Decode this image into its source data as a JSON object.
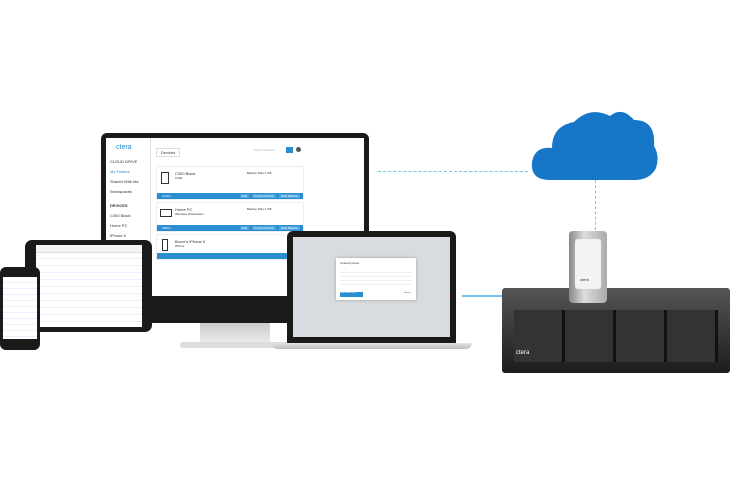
{
  "monitor": {
    "logo": "ctera",
    "tab": "Devices",
    "search_placeholder": "Search devices",
    "sidebar": [
      "CLOUD DRIVE",
      "My Folders",
      "Shared With Me",
      "Workspaces"
    ],
    "devices_header": "DEVICES",
    "device_links": [
      "C300 Black",
      "Home PC",
      "iPhone 6"
    ],
    "cards": [
      {
        "name": "C300 Black",
        "sub": "C300",
        "status": "Online",
        "info": "Backup Plan 2 GB",
        "actions": [
          "Edit",
          "Access Device",
          "View Backup"
        ]
      },
      {
        "name": "Home PC",
        "sub": "Windows Workstation",
        "status": "Offline",
        "info": "Backup Plan 2 GB",
        "actions": [
          "Edit",
          "Access Device",
          "View Backup"
        ]
      },
      {
        "name": "Bruce's iPhone 6",
        "sub": "iPhone",
        "status": "",
        "info": "",
        "actions": []
      }
    ]
  },
  "laptop": {
    "dialog_title": "Upload Queue",
    "dialog_button": "Cancel",
    "dialog_primary": "Upload More Files"
  },
  "nas": {
    "logo": "ctera"
  },
  "colors": {
    "accent": "#2a8fd0",
    "cloud": "#1676c7",
    "line": "#6ccbe8"
  }
}
